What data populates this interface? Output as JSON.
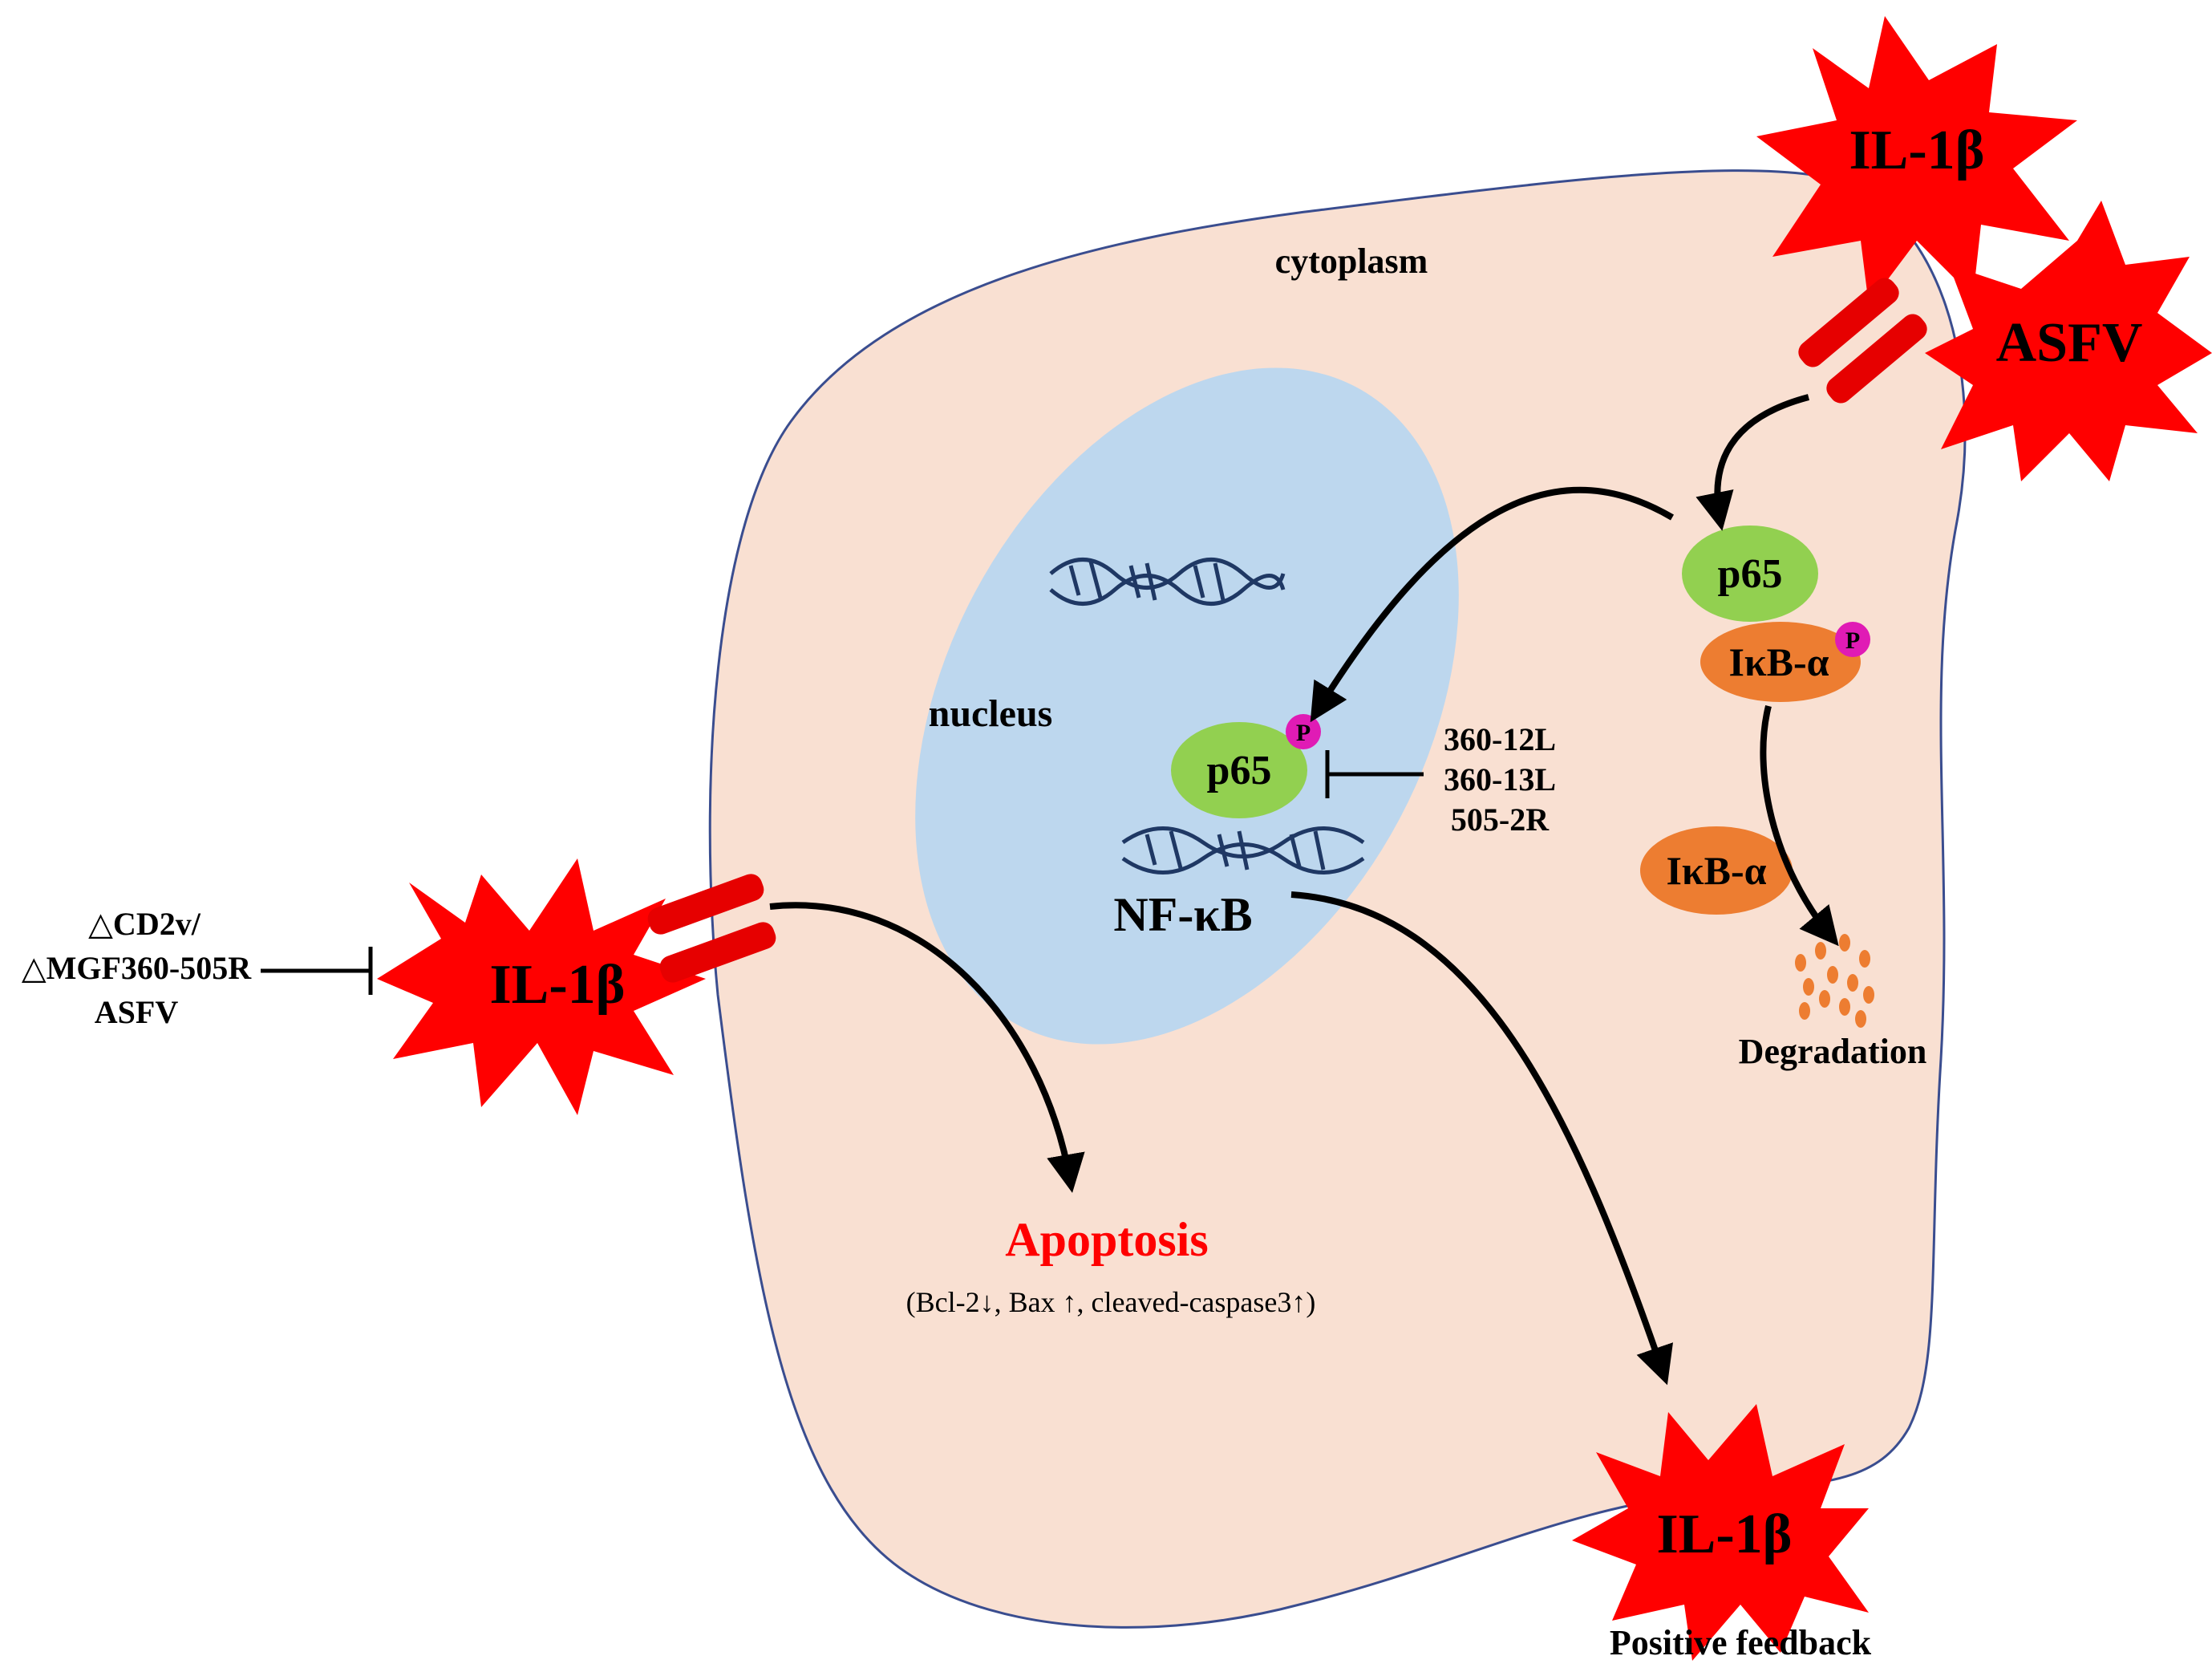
{
  "labels": {
    "cytoplasm": "cytoplasm",
    "nucleus": "nucleus",
    "nfkb": "NF-κB",
    "p65_cytoplasm": "p65",
    "p65_nucleus": "p65",
    "ikba_bound": "IκB-α",
    "ikba_free": "IκB-α",
    "degradation": "Degradation",
    "apoptosis": "Apoptosis",
    "apoptosis_detail": "(Bcl-2↓, Bax ↑, cleaved-caspase3↑)",
    "positive_feedback": "Positive feedback",
    "inhibitor_genes": [
      "360-12L",
      "360-13L",
      "505-2R"
    ],
    "left_inhibitor": [
      "△CD2v/",
      "△MGF360-505R",
      "ASFV"
    ],
    "il1b_top": "IL-1β",
    "asfv_top": "ASFV",
    "il1b_left": "IL-1β",
    "il1b_bottom": "IL-1β",
    "phospho": "P"
  },
  "colors": {
    "cell_fill": "#f9e0d2",
    "cell_stroke": "#3a4d8f",
    "nucleus_fill": "#bdd7ee",
    "p65_fill": "#92d050",
    "ikba_fill": "#ed7d31",
    "phospho_fill": "#e01bb5",
    "burst_fill": "#ff0000",
    "receptor_fill": "#e60000",
    "apoptosis_text": "#ff0000",
    "dna_color": "#1f3864"
  }
}
